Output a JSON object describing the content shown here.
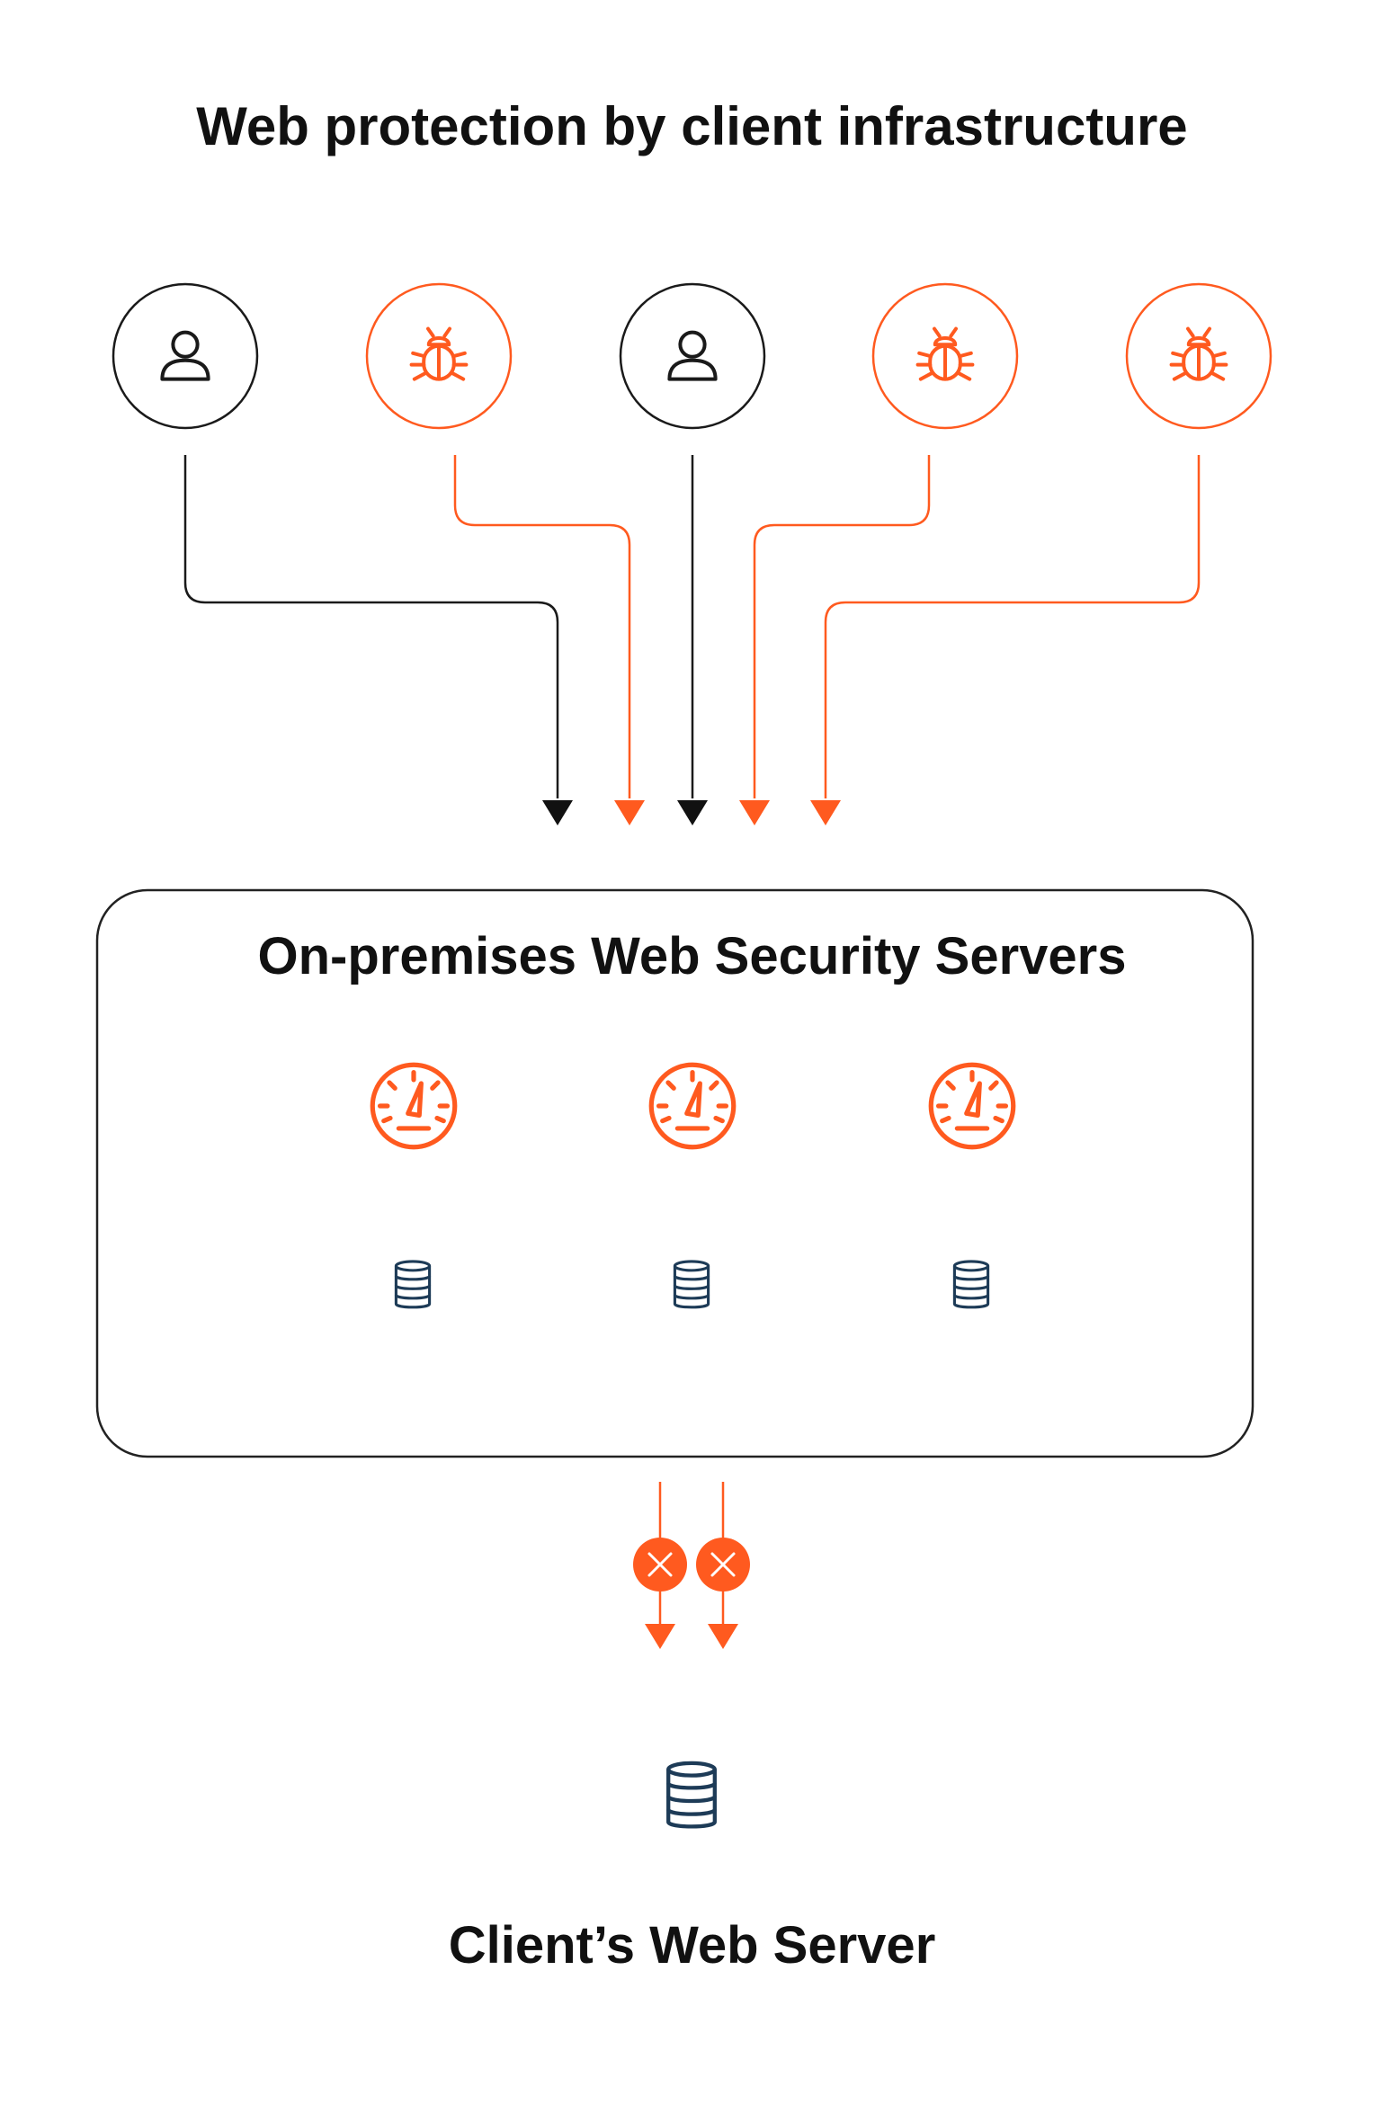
{
  "title": "Web protection by client infrastructure",
  "security_box": {
    "title": "On-premises Web Security Servers"
  },
  "client_server": {
    "label": "Client’s Web Server"
  },
  "sources": [
    {
      "kind": "user",
      "icon": "user-icon"
    },
    {
      "kind": "threat",
      "icon": "bug-icon"
    },
    {
      "kind": "user",
      "icon": "user-icon"
    },
    {
      "kind": "threat",
      "icon": "bug-icon"
    },
    {
      "kind": "threat",
      "icon": "bug-icon"
    }
  ],
  "security_nodes": [
    {
      "top_icon": "speedometer-icon",
      "bottom_icon": "database-icon"
    },
    {
      "top_icon": "speedometer-icon",
      "bottom_icon": "database-icon"
    },
    {
      "top_icon": "speedometer-icon",
      "bottom_icon": "database-icon"
    }
  ],
  "blocked_flows": [
    {
      "icon": "blocked-x-icon"
    },
    {
      "icon": "blocked-x-icon"
    }
  ],
  "colors": {
    "user": "#1a1a1a",
    "threat": "#ff5a1f",
    "database": "#1d3b57",
    "box_border": "#222222"
  }
}
